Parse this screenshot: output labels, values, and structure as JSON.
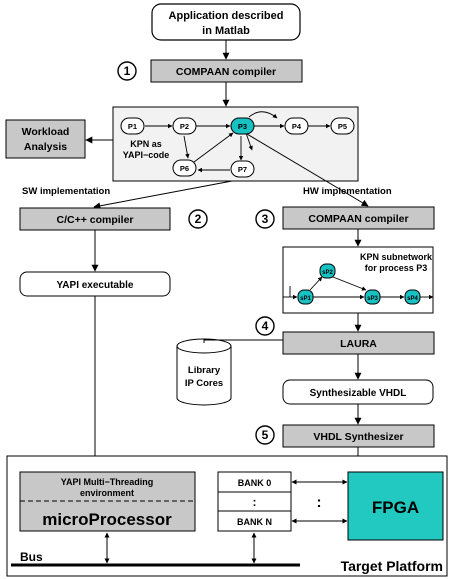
{
  "colors": {
    "gray_box": "#c8c8c8",
    "light_panel": "#f2f2f2",
    "teal": "#19c2c2",
    "fpga_teal": "#22c9c0",
    "line": "#000000"
  },
  "app": {
    "line1": "Application described",
    "line2": "in Matlab"
  },
  "steps": [
    "1",
    "2",
    "3",
    "4",
    "5"
  ],
  "compaan1": "COMPAAN compiler",
  "kpn": {
    "nodes": [
      "P1",
      "P2",
      "P3",
      "P4",
      "P5",
      "P6",
      "P7"
    ],
    "label1": "KPN as",
    "label2": "YAPI−code"
  },
  "workload": {
    "line1": "Workload",
    "line2": "Analysis"
  },
  "sw_impl": "SW implementation",
  "hw_impl": "HW implementation",
  "ccompiler": "C/C++ compiler",
  "compaan2": "COMPAAN compiler",
  "yapi_exec": "YAPI executable",
  "subnet": {
    "label1": "KPN subnetwork",
    "label2": "for process P3",
    "nodes": [
      "sP1",
      "sP2",
      "sP3",
      "sP4"
    ]
  },
  "laura": "LAURA",
  "library": {
    "line1": "Library",
    "line2": "IP Cores"
  },
  "vhdl": "Synthesizable VHDL",
  "vhdl_synth": "VHDL Synthesizer",
  "platform": {
    "yapi_line1": "YAPI Multi−Threading",
    "yapi_line2": "environment",
    "micro": "microProcessor",
    "bank0": "BANK 0",
    "bankdots": ":",
    "bankn": "BANK N",
    "mid_colon": ":",
    "fpga": "FPGA",
    "bus": "Bus",
    "target": "Target Platform"
  }
}
